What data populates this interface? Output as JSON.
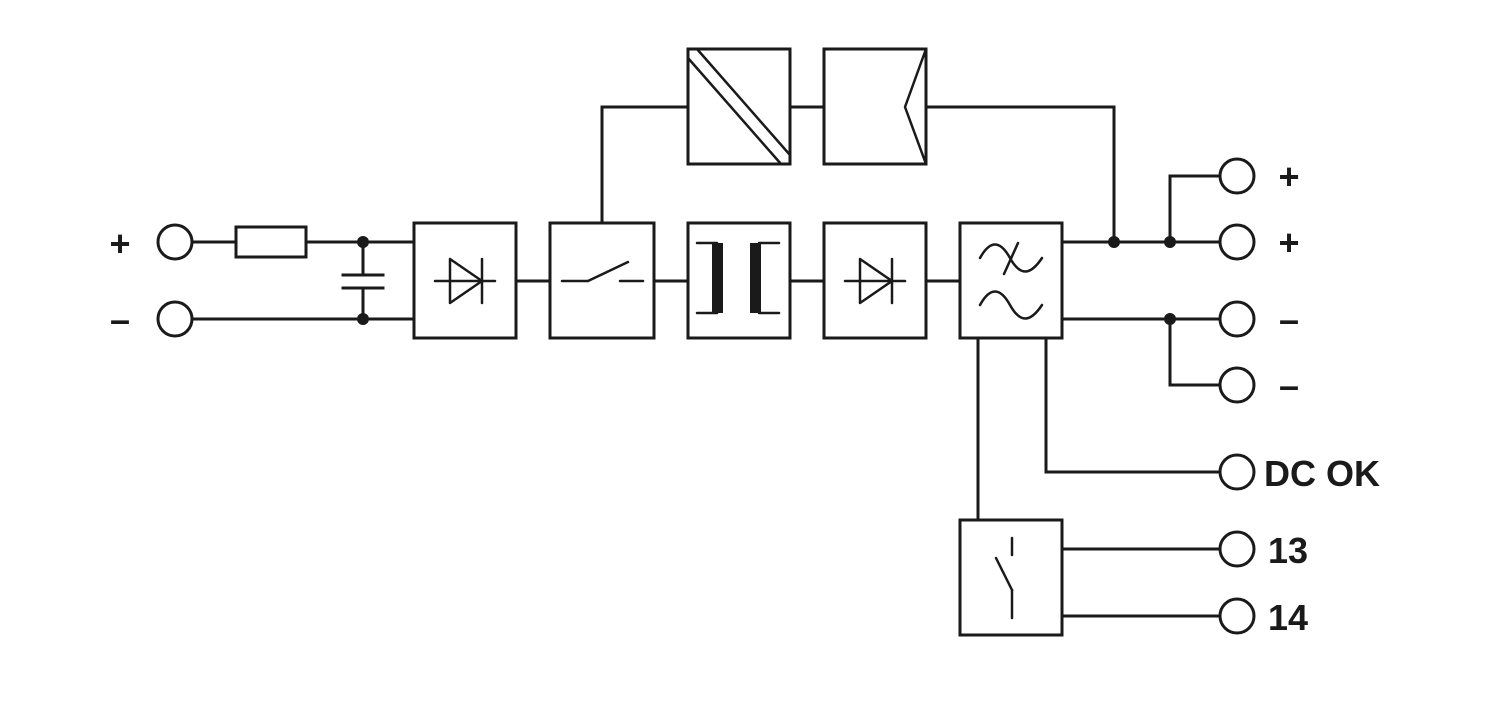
{
  "input_terminals": [
    {
      "id": "in-plus",
      "label": "+"
    },
    {
      "id": "in-minus",
      "label": "–"
    }
  ],
  "output_terminals": [
    {
      "id": "out-plus-1",
      "label": "+"
    },
    {
      "id": "out-plus-2",
      "label": "+"
    },
    {
      "id": "out-minus-1",
      "label": "–"
    },
    {
      "id": "out-minus-2",
      "label": "–"
    },
    {
      "id": "dc-ok",
      "label": "DC OK"
    },
    {
      "id": "relay-13",
      "label": "13"
    },
    {
      "id": "relay-14",
      "label": "14"
    }
  ],
  "blocks": [
    "fuse-icon",
    "capacitor-icon",
    "rectifier-diode-icon",
    "switch-icon",
    "transformer-icon",
    "output-diode-icon",
    "filter-icon",
    "control-converter-icon",
    "regulator-icon",
    "relay-contact-icon"
  ]
}
